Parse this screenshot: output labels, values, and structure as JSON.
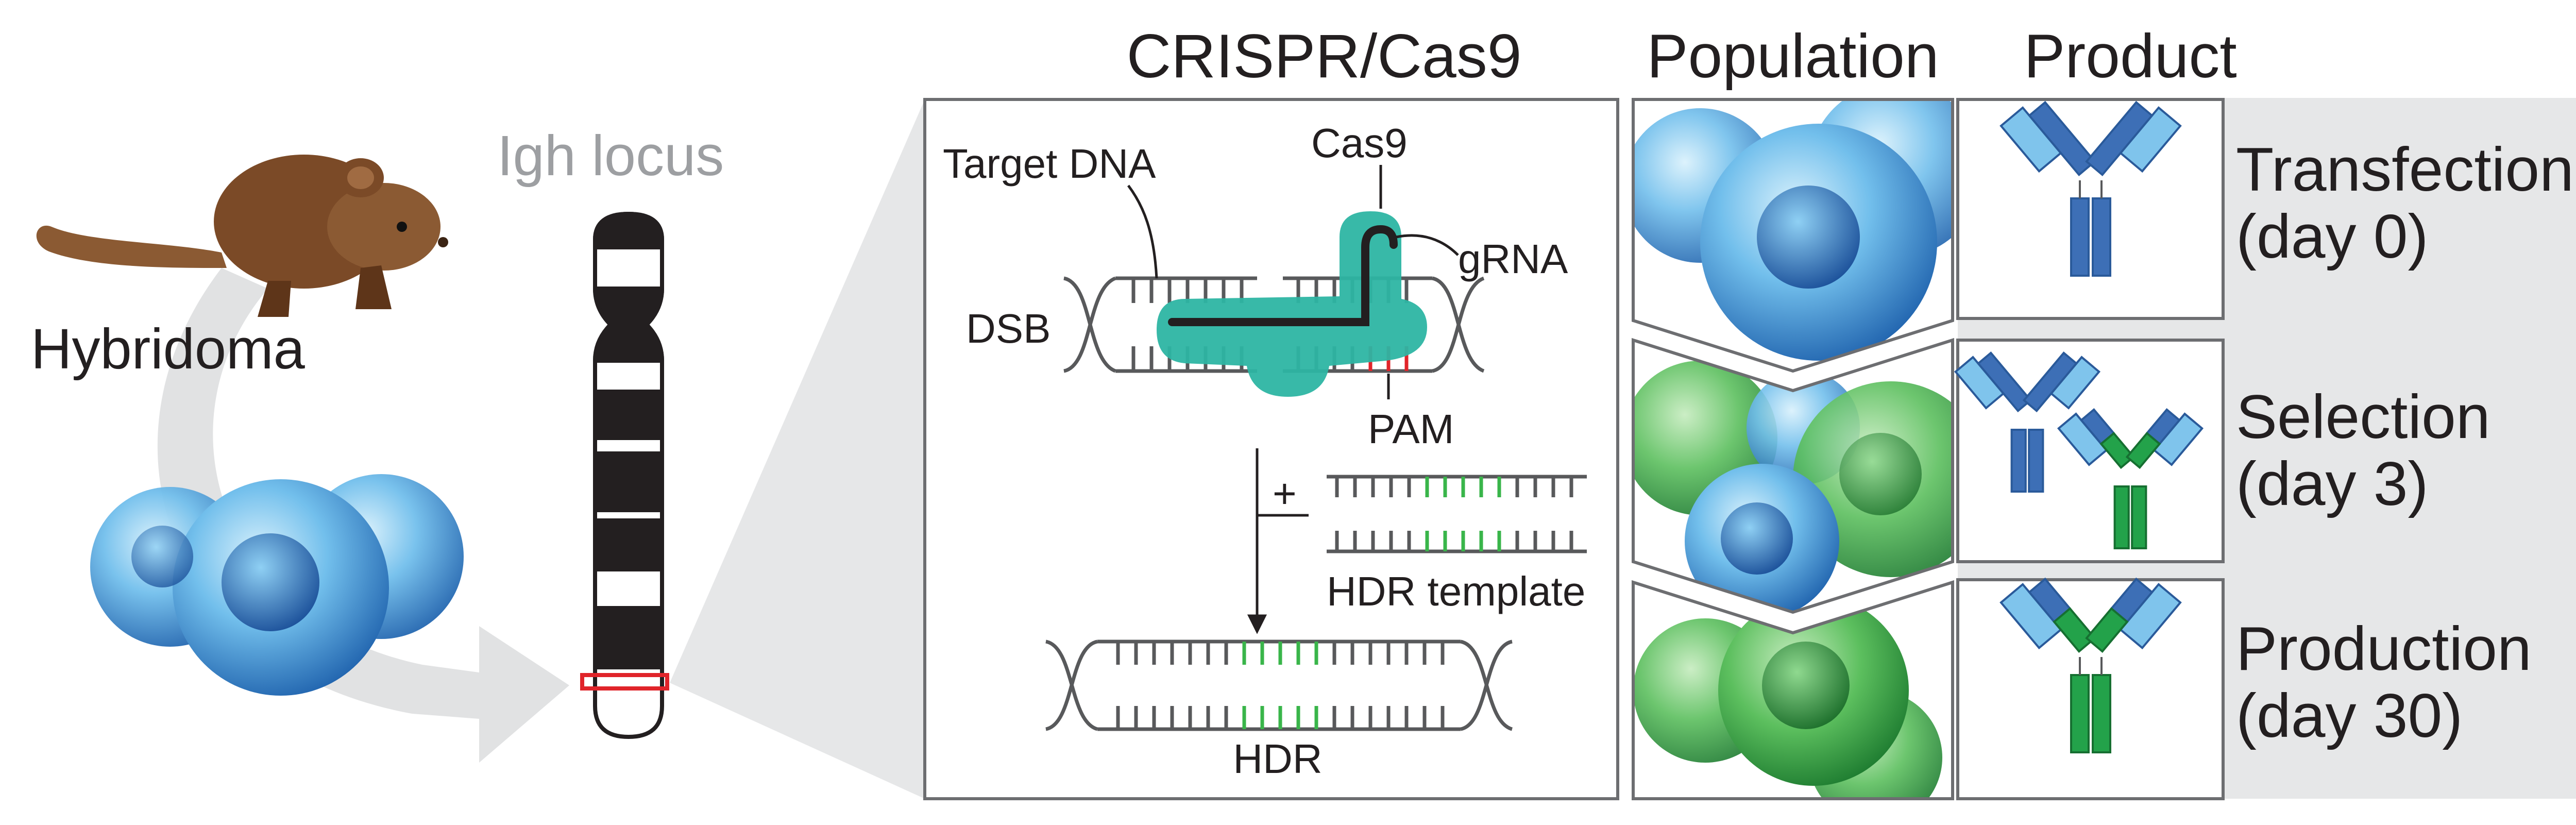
{
  "left": {
    "source_label": "Hybridoma",
    "locus_title": "Igh locus"
  },
  "crispr": {
    "title": "CRISPR/Cas9",
    "target_dna": "Target DNA",
    "cas9": "Cas9",
    "grna": "gRNA",
    "dsb": "DSB",
    "pam": "PAM",
    "plus": "+",
    "hdr_template": "HDR template",
    "hdr": "HDR"
  },
  "columns": {
    "population": "Population",
    "product": "Product"
  },
  "stages": [
    {
      "line1": "Transfection",
      "line2": "(day 0)"
    },
    {
      "line1": "Selection",
      "line2": "(day 3)"
    },
    {
      "line1": "Production",
      "line2": "(day 30)"
    }
  ],
  "colors": {
    "cell_blue": "#4aa3df",
    "cell_green": "#3aa845",
    "cas9_teal": "#2db5a3",
    "pam_red": "#e0242a",
    "hdr_green": "#39b54a",
    "antibody_blue": "#3d6fb6",
    "antibody_light": "#7fc4ec",
    "antibody_green": "#23a24a",
    "mouse_brown": "#7b4a27"
  }
}
